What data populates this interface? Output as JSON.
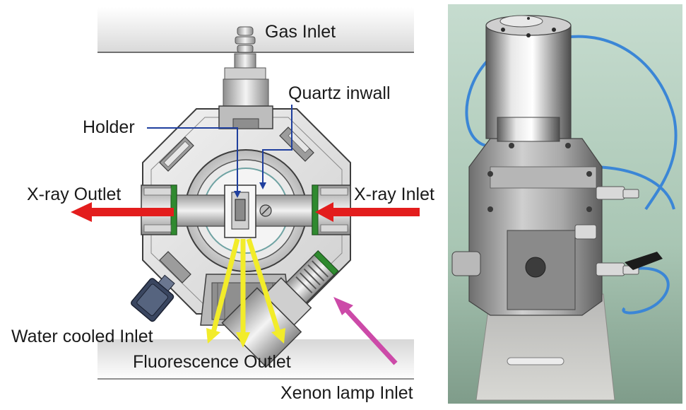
{
  "labels": {
    "gas_inlet": "Gas Inlet",
    "quartz_inwall": "Quartz inwall",
    "holder": "Holder",
    "xray_outlet": "X-ray Outlet",
    "xray_inlet": "X-ray Inlet",
    "water_cooled_inlet": "Water cooled Inlet",
    "fluorescence_outlet": "Fluorescence Outlet",
    "xenon_lamp_inlet": "Xenon lamp Inlet"
  },
  "colors": {
    "xray_arrow": "#e31d1d",
    "fluorescence_arrow": "#f2ec2a",
    "xenon_arrow": "#cc4aa8",
    "leader_line": "#1f3f9e",
    "seal": "#2f8a2f"
  }
}
